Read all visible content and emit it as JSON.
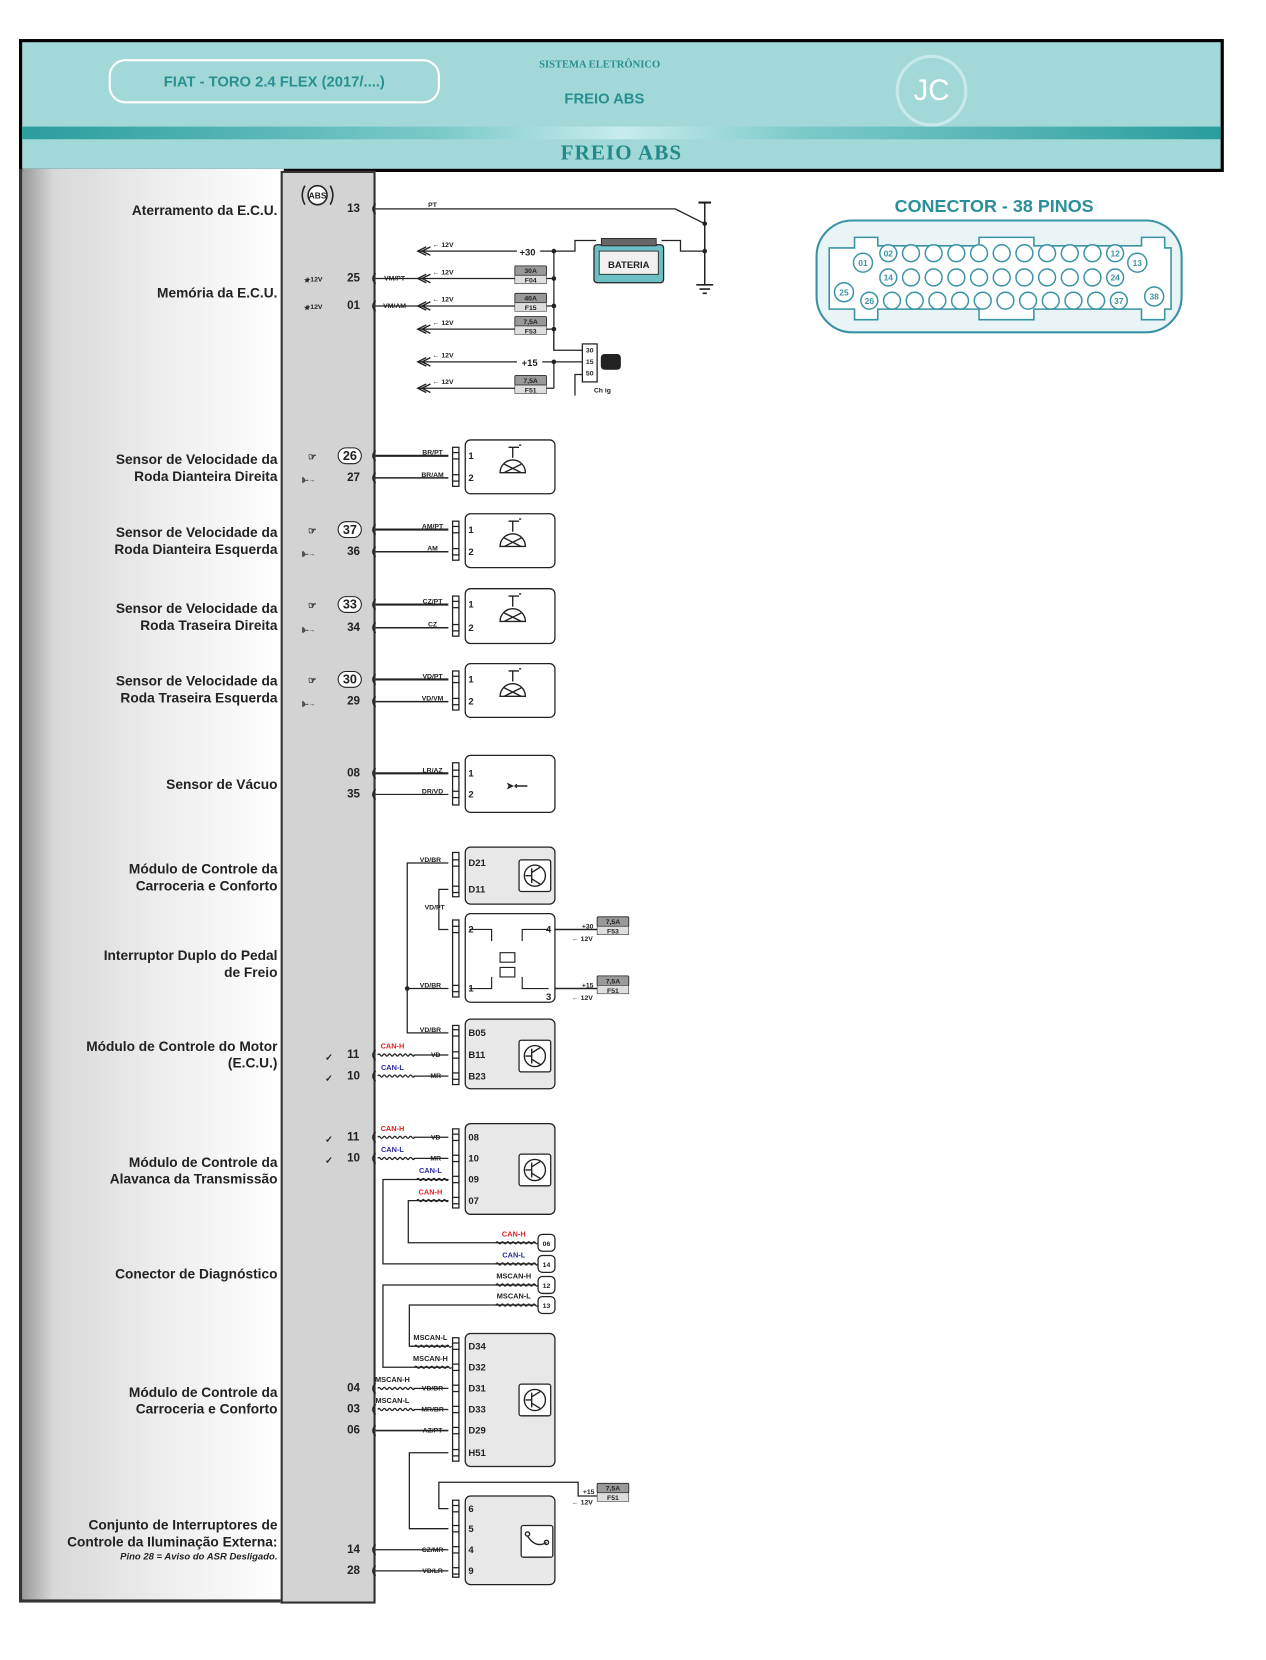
{
  "header": {
    "vehicle": "FIAT - TORO 2.4 FLEX (2017/....)",
    "system_caption": "SISTEMA ELETRÔNICO",
    "system_name": "FREIO ABS",
    "logo": "JC",
    "title": "FREIO ABS"
  },
  "connector": {
    "title": "CONECTOR - 38 PINOS",
    "labeled_pins": [
      "01",
      "02",
      "12",
      "13",
      "14",
      "24",
      "25",
      "26",
      "37",
      "38"
    ]
  },
  "ecu": {
    "icon": "abs-warning-icon",
    "icon_text": "ABS"
  },
  "labels": {
    "ground": "Aterramento da E.C.U.",
    "memory": "Memória da E.C.U.",
    "wss_fr_1": "Sensor de Velocidade da",
    "wss_fr_2": "Roda Dianteira Direita",
    "wss_fl_1": "Sensor de Velocidade da",
    "wss_fl_2": "Roda Dianteira Esquerda",
    "wss_rr_1": "Sensor de Velocidade da",
    "wss_rr_2": "Roda Traseira Direita",
    "wss_rl_1": "Sensor de Velocidade da",
    "wss_rl_2": "Roda Traseira Esquerda",
    "vacuum": "Sensor de Vácuo",
    "bcm1_1": "Módulo de Controle da",
    "bcm1_2": "Carroceria e Conforto",
    "brake_sw_1": "Interruptor Duplo do Pedal",
    "brake_sw_2": "de Freio",
    "ecm_1": "Módulo de Controle do Motor",
    "ecm_2": "(E.C.U.)",
    "tcm_1": "Módulo de Controle da",
    "tcm_2": "Alavanca da Transmissão",
    "diag": "Conector de Diagnóstico",
    "bcm2_1": "Módulo de Controle da",
    "bcm2_2": "Carroceria e Conforto",
    "light_1": "Conjunto de Interruptores de",
    "light_2": "Controle da Iluminação Externa:",
    "light_note": "Pino 28 = Aviso do ASR Desligado."
  },
  "pins": {
    "p13": "13",
    "p25": "25",
    "p01": "01",
    "mem_v": "+12V",
    "p26": "26",
    "p27": "27",
    "p37": "37",
    "p36": "36",
    "p33": "33",
    "p34": "34",
    "p30": "30",
    "p29": "29",
    "p08": "08",
    "p35": "35",
    "p11": "11",
    "p10": "10",
    "p04": "04",
    "p03": "03",
    "p06": "06",
    "p14": "14",
    "p28": "28",
    "check": "✓"
  },
  "power": {
    "b30": "+30",
    "b15": "+15",
    "v12": "← 12V",
    "battery": "BATERIA",
    "ign_switch": "Ch ig",
    "ign_pins": [
      "30",
      "15",
      "50"
    ],
    "fuses": [
      {
        "rating": "30A",
        "id": "F04"
      },
      {
        "rating": "40A",
        "id": "F15"
      },
      {
        "rating": "7,5A",
        "id": "F53"
      },
      {
        "rating": "7,5A",
        "id": "F51"
      }
    ]
  },
  "wires": {
    "pt": "PT",
    "vmpt": "VM/PT",
    "vmam": "VM/AM",
    "brpt": "BR/PT",
    "bram": "BR/AM",
    "ampt": "AM/PT",
    "am": "AM",
    "czpt": "CZ/PT",
    "cz": "CZ",
    "vdpt": "VD/PT",
    "vdvm": "VD/VM",
    "lraz": "LR/AZ",
    "drvd": "DR/VD",
    "vdbr": "VD/BR",
    "vd": "VD",
    "mr": "MR",
    "mrbr": "MR/BR",
    "azpt": "AZ/PT",
    "czmr": "CZ/MR",
    "vdlr": "VD/LR",
    "canh": "CAN-H",
    "canl": "CAN-L",
    "mscanh": "MSCAN-H",
    "mscanl": "MSCAN-L"
  },
  "terminals": {
    "s1": "1",
    "s2": "2",
    "s3": "3",
    "s4": "4",
    "d21": "D21",
    "d11": "D11",
    "b05": "B05",
    "b11": "B11",
    "b23": "B23",
    "t08": "08",
    "t10": "10",
    "t09": "09",
    "t07": "07",
    "dg06": "06",
    "dg14": "14",
    "dg12": "12",
    "dg13": "13",
    "d34": "D34",
    "d32": "D32",
    "d31": "D31",
    "d33": "D33",
    "d29": "D29",
    "h51": "H51",
    "l6": "6",
    "l5": "5",
    "l4": "4",
    "l9": "9"
  }
}
